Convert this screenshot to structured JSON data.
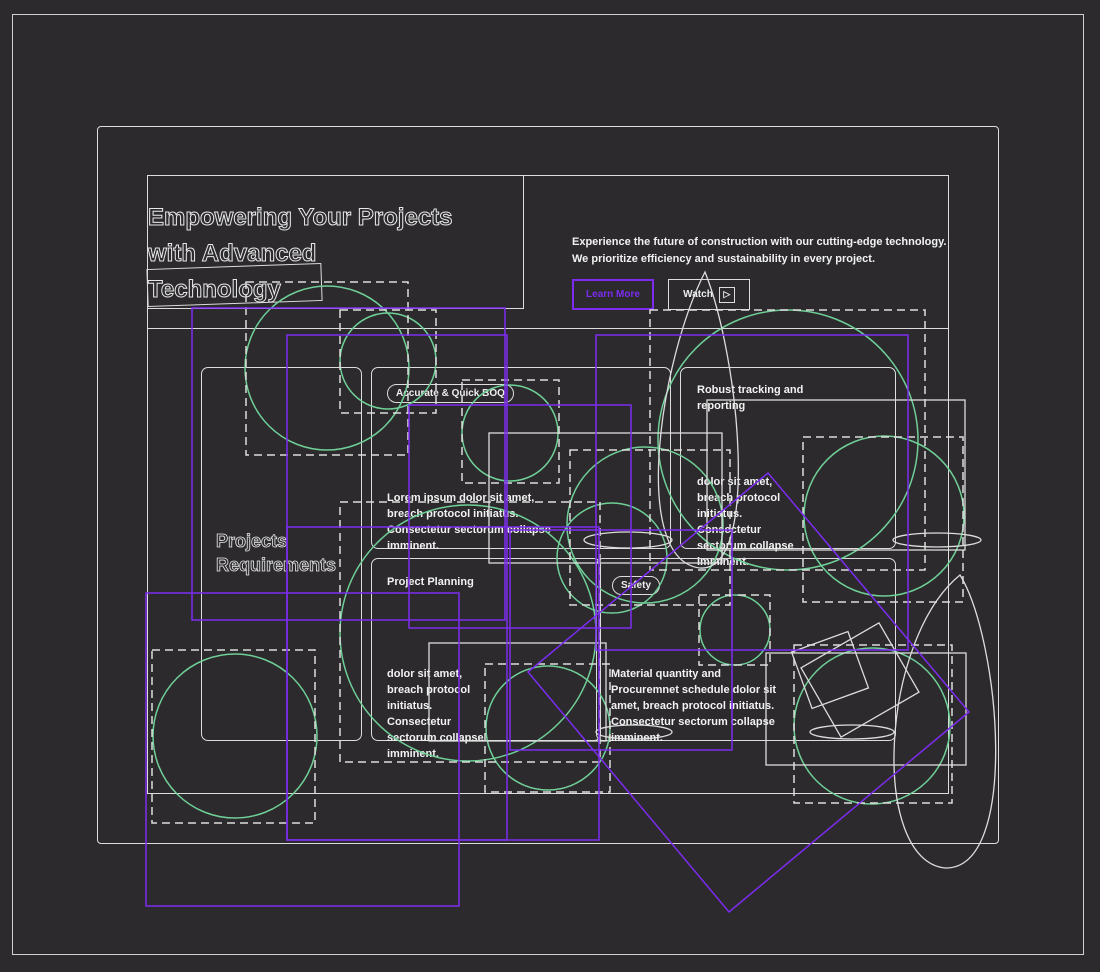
{
  "hero": {
    "title_lines": [
      "Empowering Your Projects",
      "with Advanced",
      "Technology"
    ],
    "description": "Experience the future of construction with our cutting-edge technology. We prioritize efficiency and sustainability in every project.",
    "learn_more_label": "Learn More",
    "watch_label": "Watch",
    "play_icon": "▷"
  },
  "cards": {
    "requirements_title_lines": [
      "Projects",
      "Requirements"
    ],
    "boq": {
      "badge": "Accurate & Quick BOQ",
      "text": "Lorem ipsum dolor sit amet, breach protocol initiatus. Consectetur sectorum collapse imminent."
    },
    "tracking": {
      "title": "Robust tracking and reporting",
      "text": "dolor sit amet, breach protocol initiatus. Consectetur sectorum collapse imminent."
    },
    "planning": {
      "title": "Project Planning",
      "text": "dolor sit amet, breach protocol initiatus. Consectetur sectorum collapse imminent."
    },
    "safety": {
      "badge": "Safety",
      "text": "Material quantity and Procuremnet schedule dolor sit amet, breach protocol initiatus. Consectetur sectorum collapse imminent."
    }
  },
  "colors": {
    "canvas": "#2c2a2d",
    "accent_purple": "#7c2cf0",
    "guide_green": "#6fcf97",
    "stroke": "#dddddd"
  }
}
